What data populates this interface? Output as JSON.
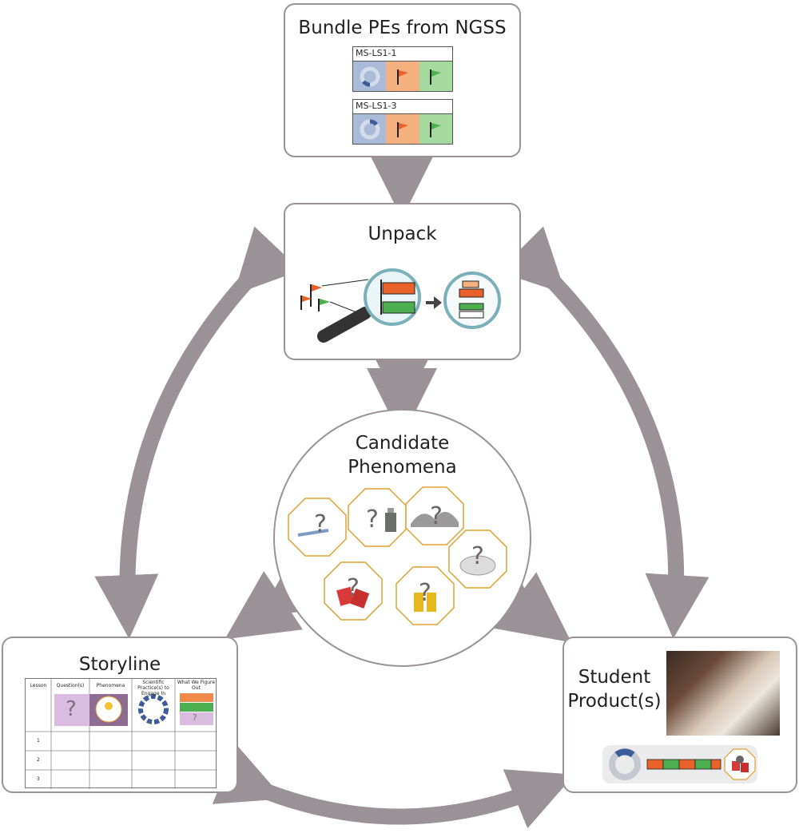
{
  "bundle": {
    "title": "Bundle PEs from NGSS",
    "pe_codes": [
      "MS-LS1-1",
      "MS-LS1-3"
    ]
  },
  "unpack": {
    "title": "Unpack"
  },
  "phenomena": {
    "title": "Candidate\nPhenomena",
    "marks": [
      "?",
      "?",
      "?",
      "?",
      "?",
      "?"
    ]
  },
  "storyline": {
    "title": "Storyline",
    "headers": [
      "Lesson",
      "Question(s)",
      "Phenomena",
      "Scientific Practice(s) to Engage In",
      "What We Figure Out"
    ],
    "rows": [
      "1",
      "2",
      "3"
    ],
    "marks": [
      "?",
      "?"
    ]
  },
  "student": {
    "title": "Student\nProduct(s)"
  },
  "colors": {
    "arrow": "#9a9296",
    "blue": "#a9bbd8",
    "orange": "#f5b07f",
    "green": "#a6d9a0",
    "purple": "#d9bcdf",
    "flag_orange": "#e8622a",
    "flag_green": "#4caf50",
    "octagon": "#e0a030"
  }
}
